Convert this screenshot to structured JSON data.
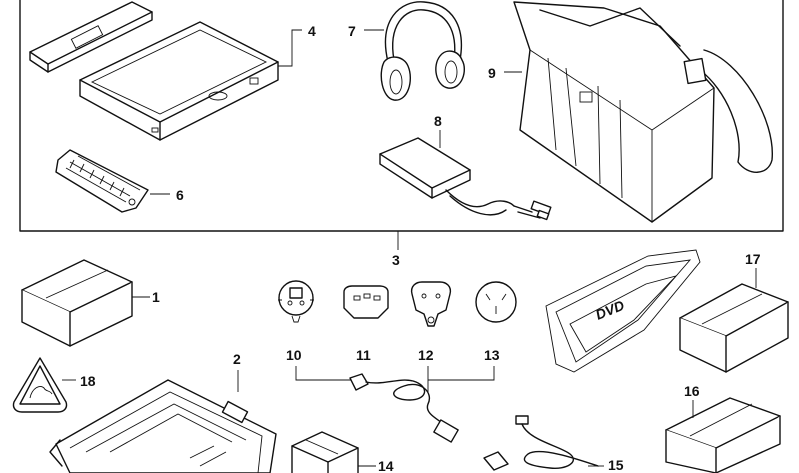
{
  "callouts": {
    "c1": "1",
    "c2": "2",
    "c3": "3",
    "c4": "4",
    "c6": "6",
    "c7": "7",
    "c8": "8",
    "c9": "9",
    "c10": "10",
    "c11": "11",
    "c12": "12",
    "c13": "13",
    "c14": "14",
    "c15": "15",
    "c16": "16",
    "c17": "17",
    "c18": "18"
  },
  "product_labels": {
    "dvd": "DVD"
  },
  "colors": {
    "line": "#111111",
    "background": "#ffffff",
    "box_face": "#ffffff"
  }
}
